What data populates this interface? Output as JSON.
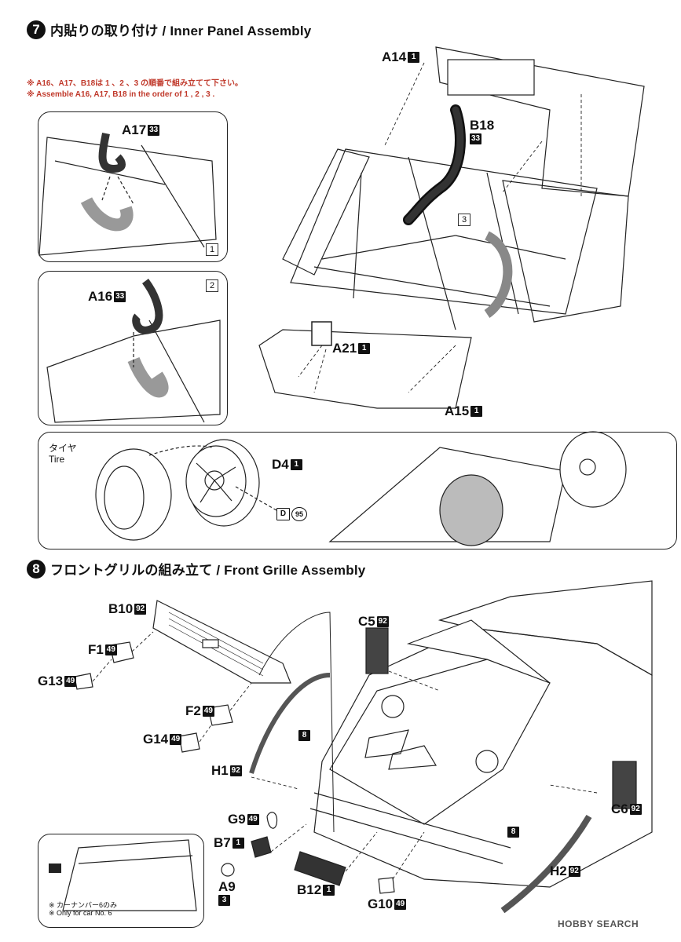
{
  "step7": {
    "number": "7",
    "title": "内貼りの取り付け / Inner Panel Assembly",
    "note_jp": "※ A16、A17、B18は 1 、2 、3 の順番で組み立てて下さい。",
    "note_en": "※ Assemble A16, A17, B18 in the order of 1 , 2 , 3 .",
    "parts": {
      "a14": {
        "name": "A14",
        "qty": "1"
      },
      "b18": {
        "name": "B18",
        "qty": "33"
      },
      "a17": {
        "name": "A17",
        "qty": "33"
      },
      "a16": {
        "name": "A16",
        "qty": "33"
      },
      "a21": {
        "name": "A21",
        "qty": "1"
      },
      "a15": {
        "name": "A15",
        "qty": "1"
      },
      "d4": {
        "name": "D4",
        "qty": "1"
      }
    },
    "sub_numbers": [
      "1",
      "2",
      "3"
    ],
    "tire_jp": "タイヤ",
    "tire_en": "Tire",
    "decal": {
      "letter": "D",
      "num": "95"
    }
  },
  "step8": {
    "number": "8",
    "title": "フロントグリルの組み立て / Front Grille Assembly",
    "parts": {
      "b10": {
        "name": "B10",
        "qty": "92"
      },
      "f1": {
        "name": "F1",
        "qty": "49"
      },
      "g13": {
        "name": "G13",
        "qty": "49"
      },
      "f2": {
        "name": "F2",
        "qty": "49"
      },
      "g14": {
        "name": "G14",
        "qty": "49"
      },
      "h1": {
        "name": "H1",
        "qty": "92"
      },
      "c5": {
        "name": "C5",
        "qty": "92"
      },
      "c6": {
        "name": "C6",
        "qty": "92"
      },
      "g9": {
        "name": "G9",
        "qty": "49"
      },
      "b7": {
        "name": "B7",
        "qty": "1"
      },
      "a9": {
        "name": "A9",
        "qty": "3"
      },
      "b12": {
        "name": "B12",
        "qty": "1"
      },
      "g10": {
        "name": "G10",
        "qty": "49"
      },
      "h2": {
        "name": "H2",
        "qty": "92"
      }
    },
    "ref_marks": [
      "8",
      "8"
    ],
    "inset_note_jp": "※ カーナンバー6のみ",
    "inset_note_en": "※ Only for car No. 6"
  },
  "watermark": "HOBBY SEARCH"
}
